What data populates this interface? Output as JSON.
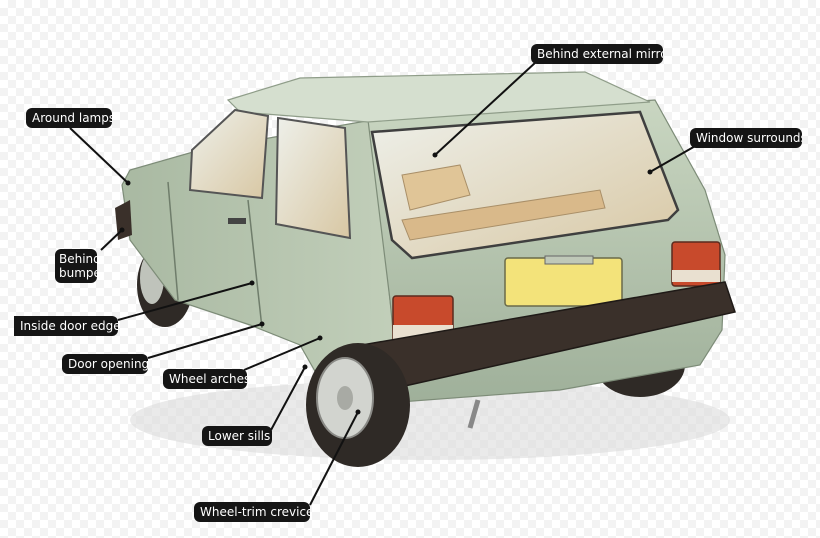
{
  "colors": {
    "body": "#b9c8b1",
    "roof": "#cdd8c6",
    "bumper": "#3a302a",
    "tail_light": "#c84a2c",
    "plate": "#f3e37a",
    "interior": "#d9b98a",
    "tyre": "#2f2a26",
    "label_bg": "#151515",
    "label_text": "#ffffff",
    "leader": "#111111"
  },
  "callouts": {
    "mirror": "Behind external mirror",
    "lamps": "Around lamps",
    "windows": "Window surrounds",
    "bumper_1": "Behind",
    "bumper_2": "bumper",
    "door_edges": "Inside door edges",
    "door_openings": "Door openings",
    "wheel_arches": "Wheel arches",
    "sills": "Lower sills",
    "wheel_trim": "Wheel-trim crevices"
  }
}
